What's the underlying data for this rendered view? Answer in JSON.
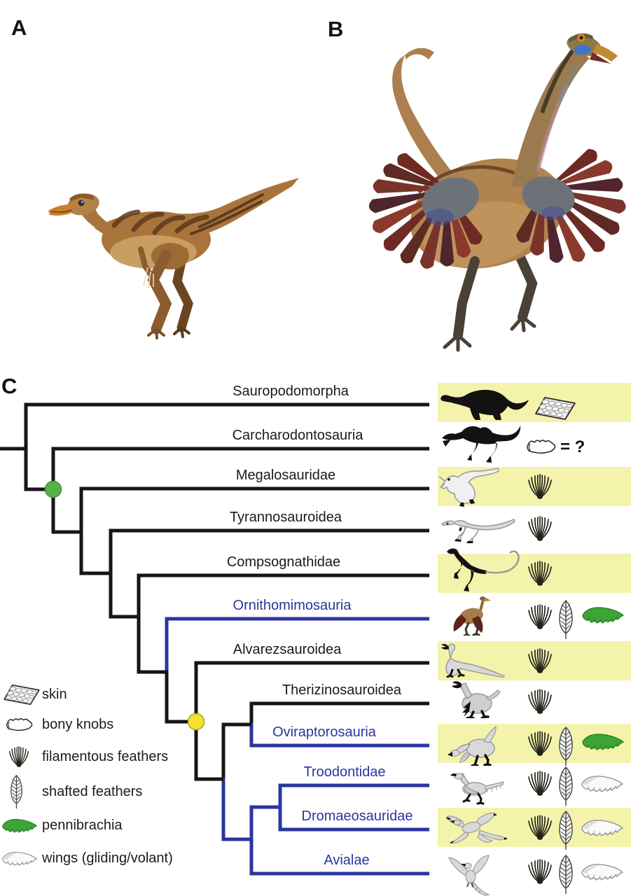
{
  "figure": {
    "panel_a_label": "A",
    "panel_b_label": "B",
    "panel_c_label": "C",
    "carcharodontosauria_annotation": "= ?"
  },
  "colors": {
    "highlight_blue": "#2b35a0",
    "line_black": "#161616",
    "band_yellow": "#f3f3ab",
    "node_green": "#55b347",
    "node_yellow": "#f2e22e",
    "pennibrachia_green": "#3da436"
  },
  "cladogram": {
    "type": "cladogram",
    "newick": "(Sauropodomorpha,(Carcharodontosauria,(Megalosauridae,(Tyrannosauroidea,(Compsognathidae,(Ornithomimosauria,(Alvarezsauroidea,((Therizinosauroidea,Oviraptorosauria),((Troodontidae,Dromaeosauridae),Avialae)))))))))",
    "taxa": [
      {
        "name": "Sauropodomorpha",
        "highlighted": false,
        "band": true,
        "silhouette": "sauropod-silhouette",
        "icons": [
          "skin"
        ]
      },
      {
        "name": "Carcharodontosauria",
        "highlighted": false,
        "band": false,
        "silhouette": "carcharodontosaur-silhouette",
        "icons": [
          "bony-knobs"
        ],
        "annotation": "= ?"
      },
      {
        "name": "Megalosauridae",
        "highlighted": false,
        "band": true,
        "silhouette": "megalosaurid-silhouette",
        "icons": [
          "filamentous"
        ]
      },
      {
        "name": "Tyrannosauroidea",
        "highlighted": false,
        "band": false,
        "silhouette": "tyrannosauroid-silhouette",
        "icons": [
          "filamentous"
        ]
      },
      {
        "name": "Compsognathidae",
        "highlighted": false,
        "band": true,
        "silhouette": "compsognathid-silhouette",
        "icons": [
          "filamentous"
        ]
      },
      {
        "name": "Ornithomimosauria",
        "highlighted": true,
        "band": false,
        "silhouette": "ornithomimosaur-illustration",
        "icons": [
          "filamentous",
          "shafted",
          "pennibrachia"
        ]
      },
      {
        "name": "Alvarezsauroidea",
        "highlighted": false,
        "band": true,
        "silhouette": "alvarezsauroid-silhouette",
        "icons": [
          "filamentous"
        ]
      },
      {
        "name": "Therizinosauroidea",
        "highlighted": false,
        "band": false,
        "silhouette": "therizinosauroid-silhouette",
        "icons": [
          "filamentous"
        ]
      },
      {
        "name": "Oviraptorosauria",
        "highlighted": true,
        "band": true,
        "silhouette": "oviraptorosaur-silhouette",
        "icons": [
          "filamentous",
          "shafted",
          "pennibrachia"
        ]
      },
      {
        "name": "Troodontidae",
        "highlighted": true,
        "band": false,
        "silhouette": "troodontid-silhouette",
        "icons": [
          "filamentous",
          "shafted",
          "wings"
        ]
      },
      {
        "name": "Dromaeosauridae",
        "highlighted": true,
        "band": true,
        "silhouette": "dromaeosaurid-silhouette",
        "icons": [
          "filamentous",
          "shafted",
          "wings"
        ]
      },
      {
        "name": "Avialae",
        "highlighted": true,
        "band": false,
        "silhouette": "avialan-silhouette",
        "icons": [
          "filamentous",
          "shafted",
          "wings"
        ]
      }
    ],
    "node_markers": [
      {
        "name": "green-node",
        "color": "#55b347",
        "position": "node uniting Carcharodontosauria and more derived theropods"
      },
      {
        "name": "yellow-node",
        "color": "#f2e22e",
        "position": "node uniting Alvarezsauroidea and more derived maniraptorans"
      }
    ]
  },
  "legend": {
    "items": [
      {
        "icon": "skin-icon",
        "label": "skin"
      },
      {
        "icon": "bony-knobs-icon",
        "label": "bony knobs"
      },
      {
        "icon": "filamentous-feathers-icon",
        "label": "filamentous feathers"
      },
      {
        "icon": "shafted-feathers-icon",
        "label": "shafted feathers"
      },
      {
        "icon": "pennibrachia-icon",
        "label": "pennibrachia"
      },
      {
        "icon": "wings-icon",
        "label": "wings (gliding/volant)"
      }
    ]
  }
}
